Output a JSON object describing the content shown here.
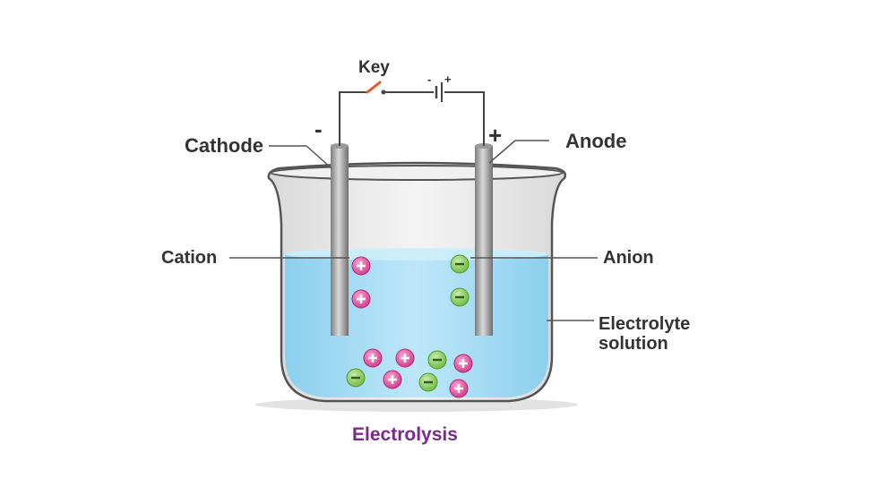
{
  "diagram": {
    "key_label": "Key",
    "battery_neg": "-",
    "battery_pos": "+",
    "cathode_sign": "-",
    "anode_sign": "+",
    "cathode_label": "Cathode",
    "anode_label": "Anode",
    "cation_label": "Cation",
    "anion_label": "Anion",
    "electrolyte_line1": "Electrolyte",
    "electrolyte_line2": "solution",
    "caption": "Electrolysis",
    "ion_plus_symbol": "+",
    "ion_minus_symbol": "−"
  },
  "colors": {
    "cation": "#e0449a",
    "anion": "#7dc44f",
    "solution": "#a8dcf3",
    "caption": "#7b2b8b",
    "key_switch": "#e8552a"
  }
}
